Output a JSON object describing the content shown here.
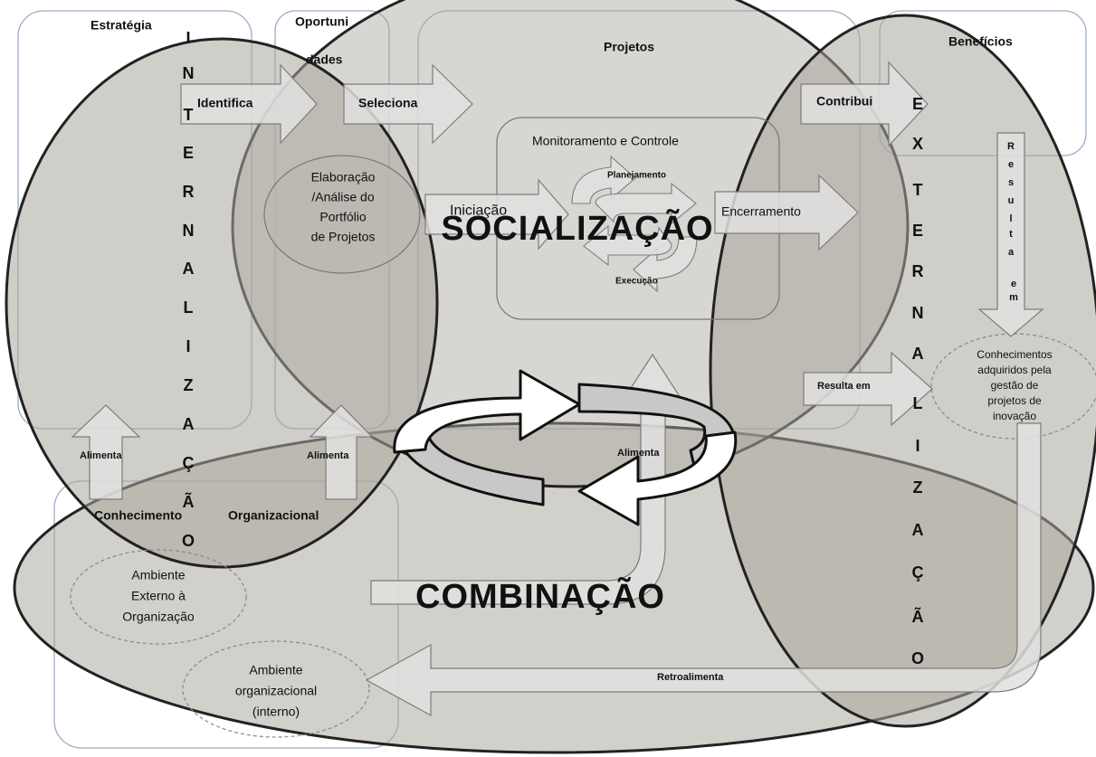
{
  "boxes": {
    "estrategia": "Estratégia",
    "oportunidades_line1": "Oportuni",
    "oportunidades_line2": "dades",
    "projetos": "Projetos",
    "beneficios": "Benefícios"
  },
  "arrows": {
    "identifica": "Identifica",
    "seleciona": "Seleciona",
    "contribui": "Contribui",
    "iniciacao": "Iniciação",
    "encerramento": "Encerramento",
    "resulta_em": "Resulta em",
    "alimenta_left": "Alimenta",
    "alimenta_mid": "Alimenta",
    "alimenta_center": "Alimenta",
    "retroalimenta": "Retroalimenta",
    "resulta_em_vertical": [
      "R",
      "e",
      "s",
      "u",
      "l",
      "t",
      "a",
      "e",
      "m"
    ]
  },
  "process": {
    "monitoramento": "Monitoramento  e Controle",
    "planejamento": "Planejamento",
    "execucao": "Execução"
  },
  "portfolio": {
    "lines": [
      "Elaboração",
      "/Análise do",
      "Portfólio",
      "de Projetos"
    ]
  },
  "conhecimento": {
    "conhecimento": "Conhecimento",
    "organizacional": "Organizacional"
  },
  "ambiente_externo": {
    "lines": [
      "Ambiente",
      "Externo à",
      "Organização"
    ]
  },
  "ambiente_interno": {
    "lines": [
      "Ambiente",
      "organizacional",
      "(interno)"
    ]
  },
  "conhecimentos_adquiridos": {
    "lines": [
      "Conhecimentos",
      "adquiridos pela",
      "gestão de",
      "projetos de",
      "inovação"
    ]
  },
  "modes": {
    "socializacao": "SOCIALIZAÇÃO",
    "combinacao": "COMBINAÇÃO",
    "internalizacao": [
      "I",
      "N",
      "T",
      "E",
      "R",
      "N",
      "A",
      "L",
      "I",
      "Z",
      "A",
      "Ç",
      "Ã",
      "O"
    ],
    "externalizacao": [
      "E",
      "X",
      "T",
      "E",
      "R",
      "N",
      "A",
      "L",
      "I",
      "Z",
      "A",
      "Ç",
      "Ã",
      "O"
    ]
  },
  "colors": {
    "ellipse_fill": "#a9a59c",
    "box_stroke": "#9aaec4",
    "arrow_fill": "#e2e1df",
    "arrow_stroke": "#7c7c7c"
  }
}
